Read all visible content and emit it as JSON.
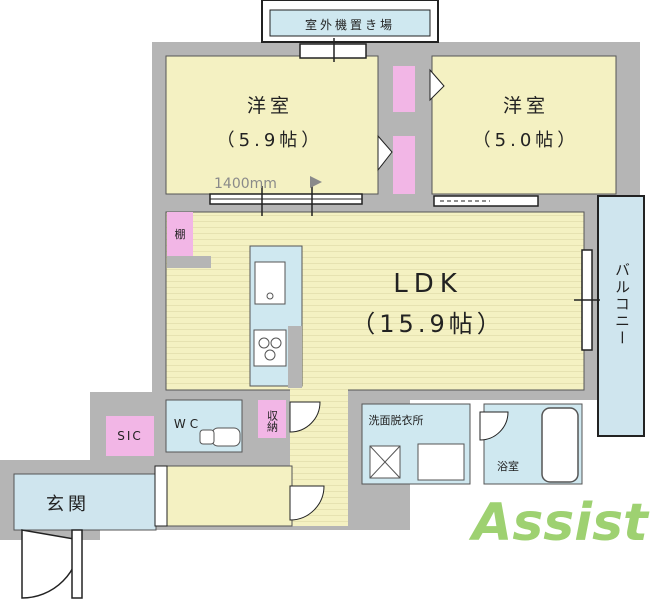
{
  "rooms": {
    "western1": {
      "name": "洋室",
      "size": "（5.9帖）"
    },
    "western2": {
      "name": "洋室",
      "size": "（5.0帖）"
    },
    "ldk": {
      "name": "LDK",
      "size": "（15.9帖）"
    },
    "balcony": {
      "name": "バルコニー"
    },
    "outdoor_unit": {
      "name": "室外機置き場"
    },
    "shelf": {
      "name": "棚"
    },
    "storage": {
      "name": "収納"
    },
    "wc": {
      "name": "WC"
    },
    "sic": {
      "name": "SIC"
    },
    "entrance": {
      "name": "玄関"
    },
    "washroom": {
      "name": "洗面脱衣所"
    },
    "bath": {
      "name": "浴室"
    }
  },
  "dimension_label": "1400mm",
  "logo": {
    "text": "Assist"
  },
  "colors": {
    "wall": "#b5b5b5",
    "western": "#f4f1c2",
    "ldk": "#f4f1c2",
    "wet": "#cfe8f0",
    "balcony": "#cfe5ee",
    "closet": "#f2b6e6",
    "logo": "#7ec242"
  }
}
